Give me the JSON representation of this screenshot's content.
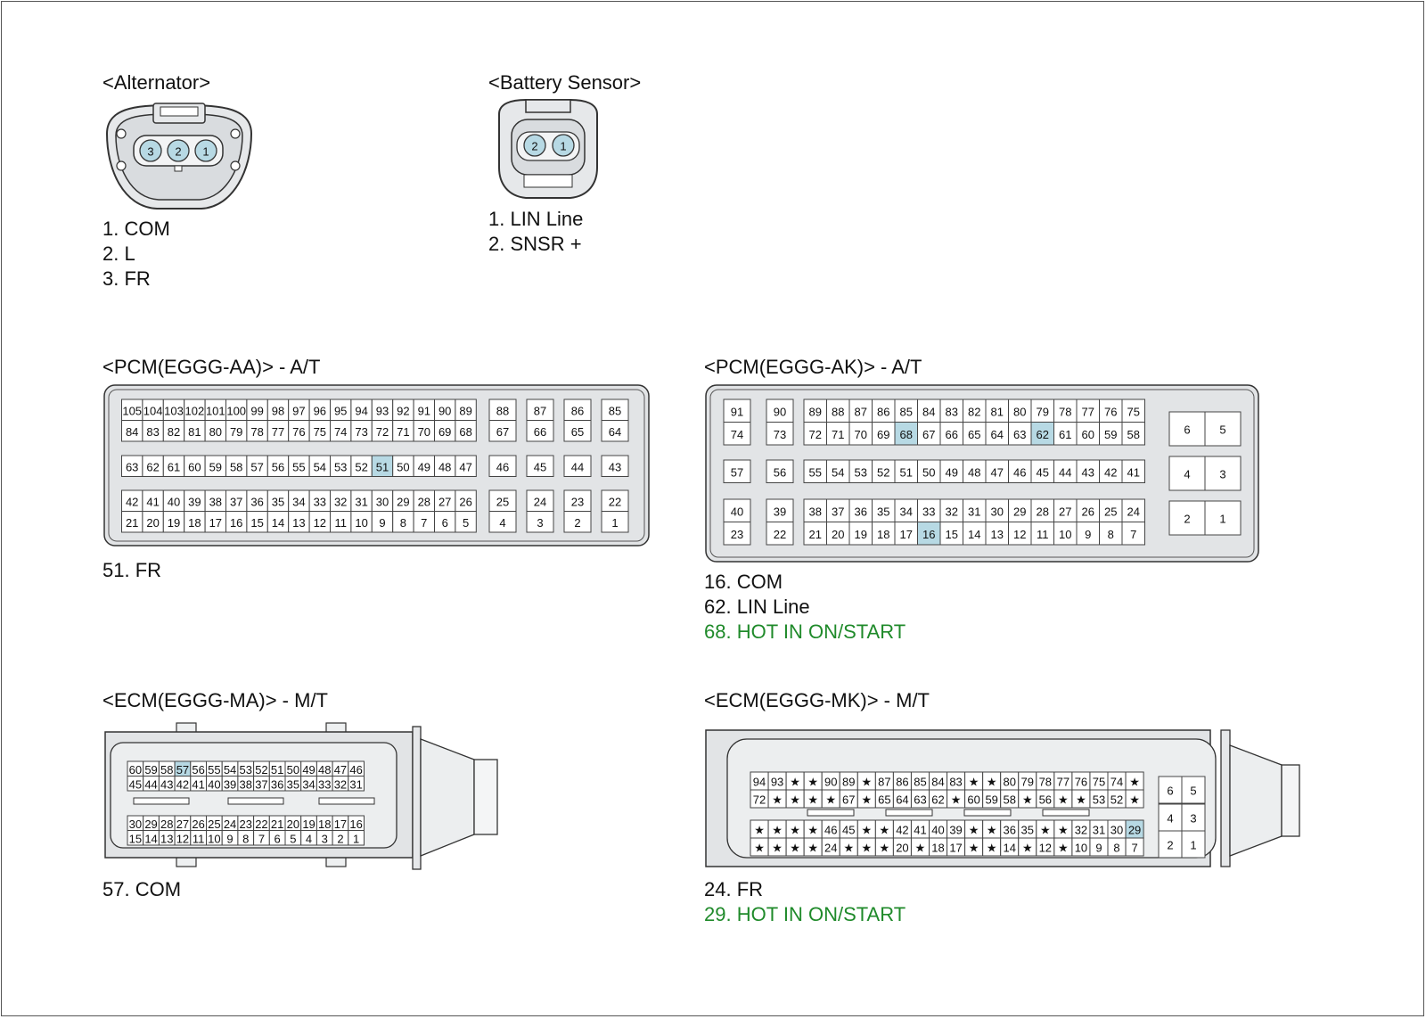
{
  "colors": {
    "highlight": "#b7d9e4",
    "body": "#e2e4e6",
    "outline": "#333333",
    "green": "#1f8a2a"
  },
  "alternator": {
    "title": "<Alternator>",
    "pins": [
      "3",
      "2",
      "1"
    ],
    "legend": [
      "1. COM",
      "2. L",
      "3. FR"
    ]
  },
  "battery": {
    "title": "<Battery Sensor>",
    "pins": [
      "2",
      "1"
    ],
    "legend": [
      "1. LIN Line",
      "2. SNSR +"
    ]
  },
  "pcm_aa": {
    "title": "<PCM(EGGG-AA)> - A/T",
    "highlight": [
      "51"
    ],
    "blocks": [
      {
        "rows": [
          [
            "105",
            "104",
            "103",
            "102",
            "101",
            "100",
            "99",
            "98",
            "97",
            "96",
            "95",
            "94",
            "93",
            "92",
            "91",
            "90",
            "89"
          ],
          [
            "84",
            "83",
            "82",
            "81",
            "80",
            "79",
            "78",
            "77",
            "76",
            "75",
            "74",
            "73",
            "72",
            "71",
            "70",
            "69",
            "68"
          ]
        ]
      },
      {
        "rows": [
          [
            "63",
            "62",
            "61",
            "60",
            "59",
            "58",
            "57",
            "56",
            "55",
            "54",
            "53",
            "52",
            "51",
            "50",
            "49",
            "48",
            "47"
          ]
        ]
      },
      {
        "rows": [
          [
            "42",
            "41",
            "40",
            "39",
            "38",
            "37",
            "36",
            "35",
            "34",
            "33",
            "32",
            "31",
            "30",
            "29",
            "28",
            "27",
            "26"
          ],
          [
            "21",
            "20",
            "19",
            "18",
            "17",
            "16",
            "15",
            "14",
            "13",
            "12",
            "11",
            "10",
            "9",
            "8",
            "7",
            "6",
            "5"
          ]
        ]
      },
      {
        "cols": [
          [
            "88",
            "67"
          ],
          [
            "87",
            "66"
          ],
          [
            "86",
            "65"
          ],
          [
            "85",
            "64"
          ]
        ]
      },
      {
        "cols": [
          [
            "46"
          ],
          [
            "45"
          ],
          [
            "44"
          ],
          [
            "43"
          ]
        ]
      },
      {
        "cols": [
          [
            "25",
            "4"
          ],
          [
            "24",
            "3"
          ],
          [
            "23",
            "2"
          ],
          [
            "22",
            "1"
          ]
        ]
      }
    ],
    "legend": [
      {
        "text": "51. FR",
        "green": false
      }
    ]
  },
  "pcm_ak": {
    "title": "<PCM(EGGG-AK)> - A/T",
    "highlight": [
      "68",
      "62",
      "16"
    ],
    "rows": [
      {
        "left": [
          "91",
          "74"
        ],
        "left2": [
          "90",
          "73"
        ],
        "main": [
          [
            "89",
            "88",
            "87",
            "86",
            "85",
            "84",
            "83",
            "82",
            "81",
            "80",
            "79",
            "78",
            "77",
            "76",
            "75"
          ],
          [
            "72",
            "71",
            "70",
            "69",
            "68",
            "67",
            "66",
            "65",
            "64",
            "63",
            "62",
            "61",
            "60",
            "59",
            "58"
          ]
        ]
      },
      {
        "left": [
          "57"
        ],
        "left2": [
          "56"
        ],
        "main": [
          [
            "55",
            "54",
            "53",
            "52",
            "51",
            "50",
            "49",
            "48",
            "47",
            "46",
            "45",
            "44",
            "43",
            "42",
            "41"
          ]
        ]
      },
      {
        "left": [
          "40",
          "23"
        ],
        "left2": [
          "39",
          "22"
        ],
        "main": [
          [
            "38",
            "37",
            "36",
            "35",
            "34",
            "33",
            "32",
            "31",
            "30",
            "29",
            "28",
            "27",
            "26",
            "25",
            "24"
          ],
          [
            "21",
            "20",
            "19",
            "18",
            "17",
            "16",
            "15",
            "14",
            "13",
            "12",
            "11",
            "10",
            "9",
            "8",
            "7"
          ]
        ]
      }
    ],
    "right": [
      [
        "6",
        "5"
      ],
      [
        "4",
        "3"
      ],
      [
        "2",
        "1"
      ]
    ],
    "legend": [
      {
        "text": "16. COM",
        "green": false
      },
      {
        "text": "62. LIN Line",
        "green": false
      },
      {
        "text": "68. HOT IN ON/START",
        "green": true
      }
    ]
  },
  "ecm_ma": {
    "title": "<ECM(EGGG-MA)> - M/T",
    "highlight": [
      "57"
    ],
    "top": [
      [
        "60",
        "59",
        "58",
        "57",
        "56",
        "55",
        "54",
        "53",
        "52",
        "51",
        "50",
        "49",
        "48",
        "47",
        "46"
      ],
      [
        "45",
        "44",
        "43",
        "42",
        "41",
        "40",
        "39",
        "38",
        "37",
        "36",
        "35",
        "34",
        "33",
        "32",
        "31"
      ]
    ],
    "bottom": [
      [
        "30",
        "29",
        "28",
        "27",
        "26",
        "25",
        "24",
        "23",
        "22",
        "21",
        "20",
        "19",
        "18",
        "17",
        "16"
      ],
      [
        "15",
        "14",
        "13",
        "12",
        "11",
        "10",
        "9",
        "8",
        "7",
        "6",
        "5",
        "4",
        "3",
        "2",
        "1"
      ]
    ],
    "legend": [
      {
        "text": "57. COM",
        "green": false
      }
    ]
  },
  "ecm_mk": {
    "title": "<ECM(EGGG-MK)> - M/T",
    "highlight": [
      "29"
    ],
    "top": [
      [
        "94",
        "93",
        "★",
        "★",
        "90",
        "89",
        "★",
        "87",
        "86",
        "85",
        "84",
        "83",
        "★",
        "★",
        "80",
        "79",
        "78",
        "77",
        "76",
        "75",
        "74",
        "★"
      ],
      [
        "72",
        "★",
        "★",
        "★",
        "★",
        "67",
        "★",
        "65",
        "64",
        "63",
        "62",
        "★",
        "60",
        "59",
        "58",
        "★",
        "56",
        "★",
        "★",
        "53",
        "52",
        "★"
      ]
    ],
    "bottom": [
      [
        "★",
        "★",
        "★",
        "★",
        "46",
        "45",
        "★",
        "★",
        "42",
        "41",
        "40",
        "39",
        "★",
        "★",
        "36",
        "35",
        "★",
        "★",
        "32",
        "31",
        "30",
        "29"
      ],
      [
        "★",
        "★",
        "★",
        "★",
        "24",
        "★",
        "★",
        "★",
        "20",
        "★",
        "18",
        "17",
        "★",
        "★",
        "14",
        "★",
        "12",
        "★",
        "10",
        "9",
        "8",
        "7"
      ]
    ],
    "right": [
      [
        "6",
        "5"
      ],
      [
        "4",
        "3"
      ],
      [
        "2",
        "1"
      ]
    ],
    "legend": [
      {
        "text": "24. FR",
        "green": false
      },
      {
        "text": "29. HOT IN ON/START",
        "green": true
      }
    ]
  }
}
